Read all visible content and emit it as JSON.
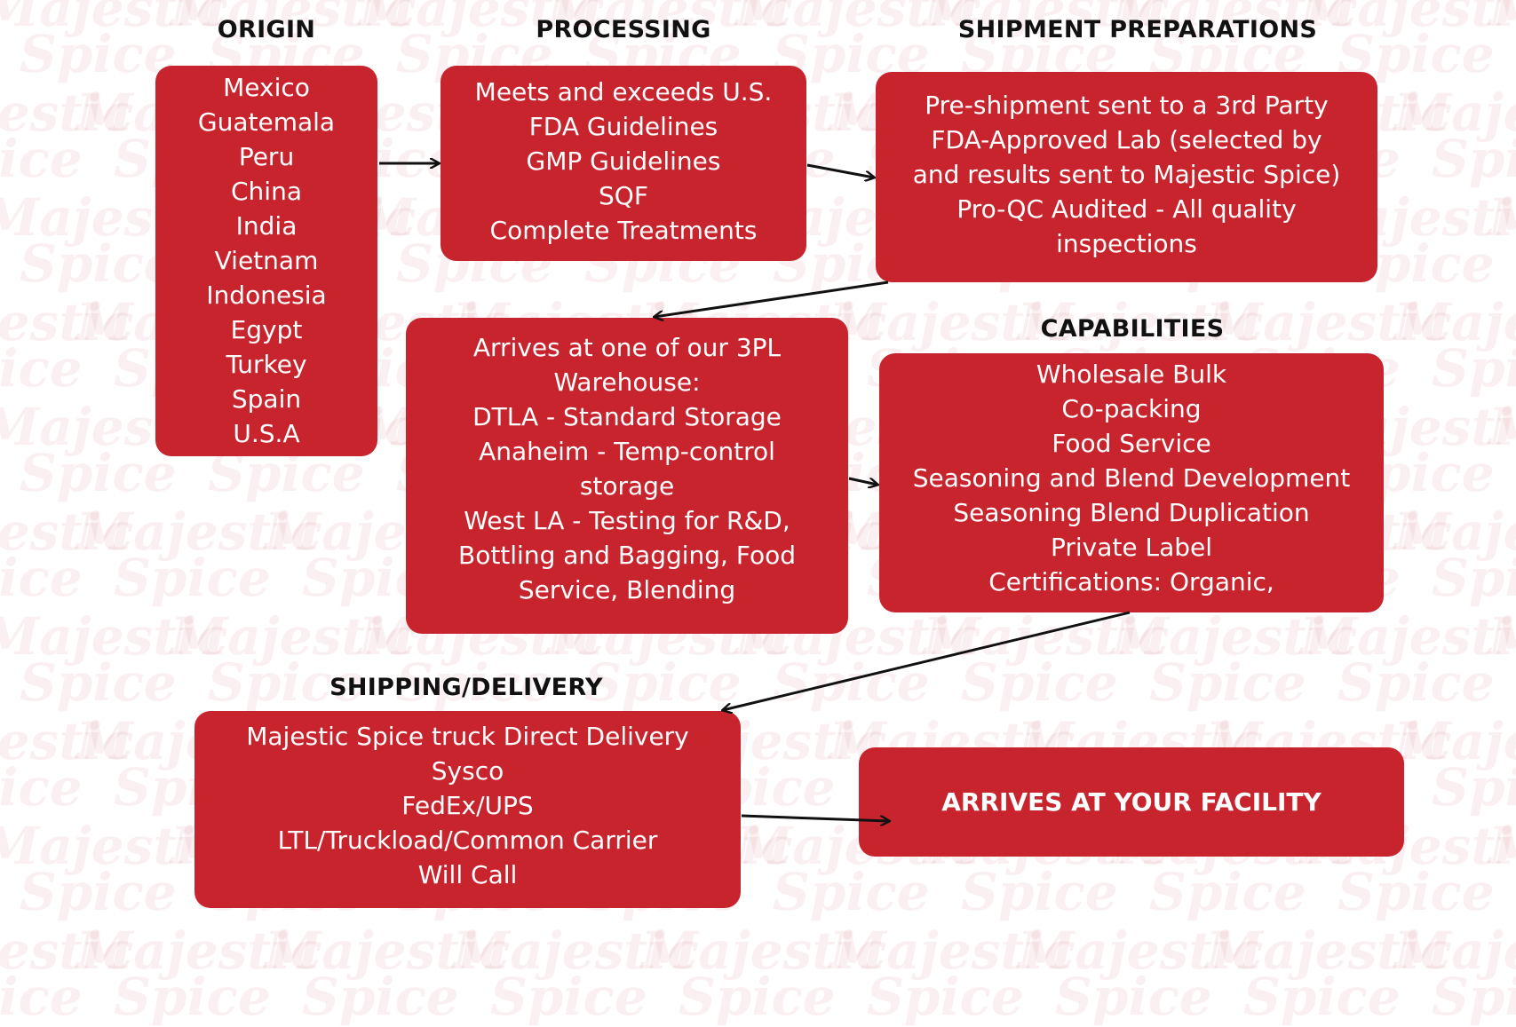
{
  "theme": {
    "box_color": "#c8242d",
    "arrow_color": "#111111",
    "watermark_color": "#be2832"
  },
  "watermark": {
    "line1": "Majestic",
    "line2": "Spice"
  },
  "origin": {
    "heading": "ORIGIN",
    "items": [
      "Mexico",
      "Guatemala",
      "Peru",
      "China",
      "India",
      "Vietnam",
      "Indonesia",
      "Egypt",
      "Turkey",
      "Spain",
      "U.S.A"
    ]
  },
  "processing": {
    "heading": "PROCESSING",
    "items": [
      "Meets and exceeds U.S.",
      "FDA Guidelines",
      "GMP Guidelines",
      "SQF",
      "Complete Treatments"
    ]
  },
  "shipment_preparations": {
    "heading": "SHIPMENT PREPARATIONS",
    "items": [
      "Pre-shipment sent to a 3rd Party",
      "FDA-Approved Lab (selected by",
      "and results sent to Majestic Spice)",
      "Pro-QC Audited - All quality",
      "inspections"
    ]
  },
  "warehouse": {
    "items": [
      "Arrives at one of our 3PL",
      "Warehouse:",
      "DTLA - Standard Storage",
      "Anaheim - Temp-control",
      "storage",
      "West LA - Testing for R&D,",
      "Bottling and Bagging, Food",
      "Service, Blending"
    ]
  },
  "capabilities": {
    "heading": "CAPABILITIES",
    "items": [
      "Wholesale Bulk",
      "Co-packing",
      "Food Service",
      "Seasoning and Blend Development",
      "Seasoning Blend Duplication",
      "Private Label",
      "Certifications: Organic,"
    ]
  },
  "shipping_delivery": {
    "heading": "SHIPPING/DELIVERY",
    "items": [
      "Majestic Spice truck Direct Delivery",
      "Sysco",
      "FedEx/UPS",
      "LTL/Truckload/Common Carrier",
      "Will Call"
    ]
  },
  "final": {
    "label": "ARRIVES AT YOUR FACILITY"
  }
}
